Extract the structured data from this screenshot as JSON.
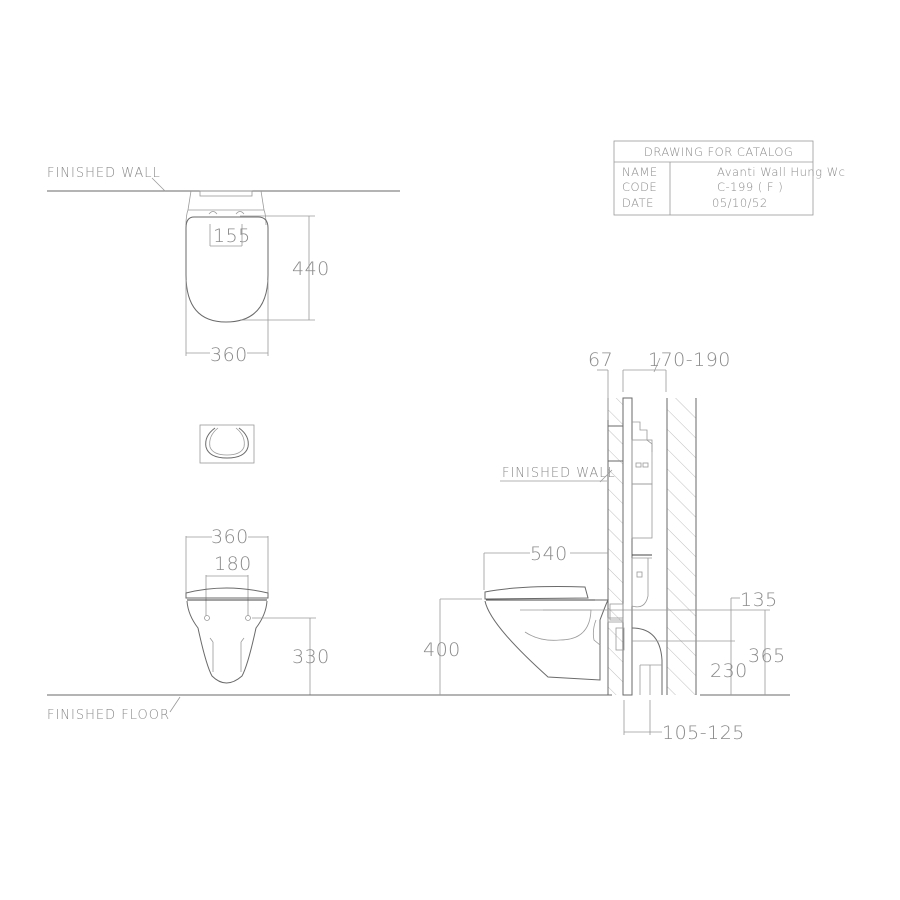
{
  "title_block": {
    "header": "DRAWING  FOR  CATALOG",
    "rows": [
      {
        "key": "NAME",
        "value": "Avanti  Wall  Hung  Wc"
      },
      {
        "key": "CODE",
        "value": "C-199  (  F  )"
      },
      {
        "key": "DATE",
        "value": "05/10/52"
      }
    ]
  },
  "labels": {
    "finished_wall_top": "FINISHED  WALL",
    "finished_wall_side": "FINISHED  WALL",
    "finished_floor": "FINISHED  FLOOR"
  },
  "plan_view": {
    "dims": {
      "bolt_spacing": "155",
      "depth": "440",
      "width": "360"
    }
  },
  "front_view": {
    "dims": {
      "width": "360",
      "bolt_spacing": "180",
      "bolt_height": "330"
    }
  },
  "side_view": {
    "dims": {
      "wall_offset": "67",
      "frame_depth": "170-190",
      "projection": "540",
      "rim_height": "400",
      "inlet_height": "135",
      "outlet_height": "230",
      "total_height": "365",
      "outlet_offset": "105-125"
    }
  },
  "colors": {
    "line": "#6a6a6a",
    "text": "#8a8a8a",
    "hatch": "#b0b0b0",
    "background": "#ffffff"
  }
}
